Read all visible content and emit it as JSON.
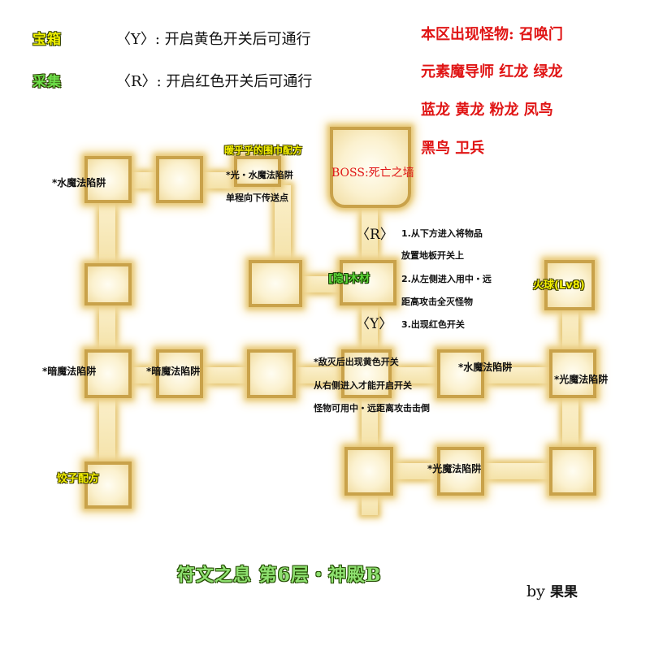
{
  "legend": [
    {
      "badge": "宝箱",
      "key": "〈Y〉",
      "text": ": 开启黄色开关后可通行"
    },
    {
      "badge": "采集",
      "key": "〈R〉",
      "text": ": 开启红色开关后可通行"
    }
  ],
  "monsters": {
    "line1": "本区出现怪物: 召唤门",
    "line2": "元素魔导师 红龙 绿龙",
    "line3": "蓝龙 黄龙 粉龙 凤鸟",
    "line4": "黑鸟 卫兵"
  },
  "map_labels": {
    "water_trap_top": "*水魔法陷阱",
    "recipe_scarf": "暖乎乎的围巾配方",
    "light_water_trap": "*光・水魔法陷阱",
    "one_way_teleport": "单程向下传送点",
    "boss": "BOSS:死亡之墙",
    "marker_r": "〈R〉",
    "marker_y": "〈Y〉",
    "hidden_wood": "[隐]木材",
    "fireball": "火球(Lv8)",
    "dark_trap_left": "*暗魔法陷阱",
    "dark_trap_mid": "*暗魔法陷阱",
    "water_trap_right": "*水魔法陷阱",
    "light_trap_right": "*光魔法陷阱",
    "light_trap_bottom": "*光魔法陷阱",
    "recipe_dumpling": "饺子配方"
  },
  "notes": {
    "step1a": "1.从下方进入将物品",
    "step1b": "放置地板开关上",
    "step2a": "2.从左侧进入用中・远",
    "step2b": "距高攻击全灭怪物",
    "step3": "3.出现红色开关",
    "yellow1": "*敌灭后出现黄色开关",
    "yellow2": "从右侧进入才能开启开关",
    "yellow3": "怪物可用中・远距离攻击击倒"
  },
  "footer": {
    "title": "符文之息 第6层・神殿B",
    "by": "by",
    "author": "果果"
  },
  "colors": {
    "yellow_badge": "#f0f000",
    "green_badge": "#6ee04a",
    "monster_red": "#e01515",
    "room_border": "#c9a24a",
    "room_fill": "#fbf1cf"
  }
}
